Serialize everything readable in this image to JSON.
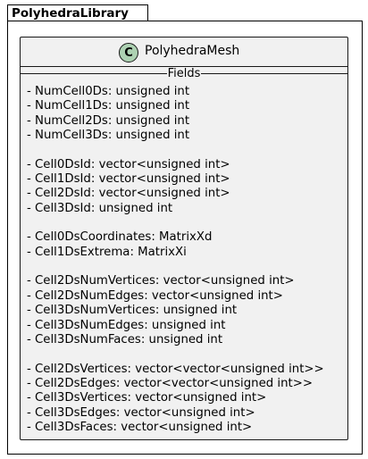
{
  "package": {
    "name": "PolyhedraLibrary"
  },
  "class": {
    "icon_letter": "C",
    "name": "PolyhedraMesh",
    "section_label": "Fields",
    "groups": [
      [
        "- NumCell0Ds: unsigned int",
        "- NumCell1Ds: unsigned int",
        "- NumCell2Ds: unsigned int",
        "- NumCell3Ds: unsigned int"
      ],
      [
        "- Cell0DsId: vector<unsigned int>",
        "- Cell1DsId: vector<unsigned int>",
        "- Cell2DsId: vector<unsigned int>",
        "- Cell3DsId: unsigned int"
      ],
      [
        "- Cell0DsCoordinates: MatrixXd",
        "- Cell1DsExtrema: MatrixXi"
      ],
      [
        "- Cell2DsNumVertices: vector<unsigned int>",
        "- Cell2DsNumEdges: vector<unsigned int>",
        "- Cell3DsNumVertices: unsigned int",
        "- Cell3DsNumEdges: unsigned int",
        "- Cell3DsNumFaces: unsigned int"
      ],
      [
        "- Cell2DsVertices: vector<vector<unsigned int>>",
        "- Cell2DsEdges: vector<vector<unsigned int>>",
        "- Cell3DsVertices: vector<unsigned int>",
        "- Cell3DsEdges: vector<unsigned int>",
        "- Cell3DsFaces: vector<unsigned int>"
      ]
    ]
  }
}
